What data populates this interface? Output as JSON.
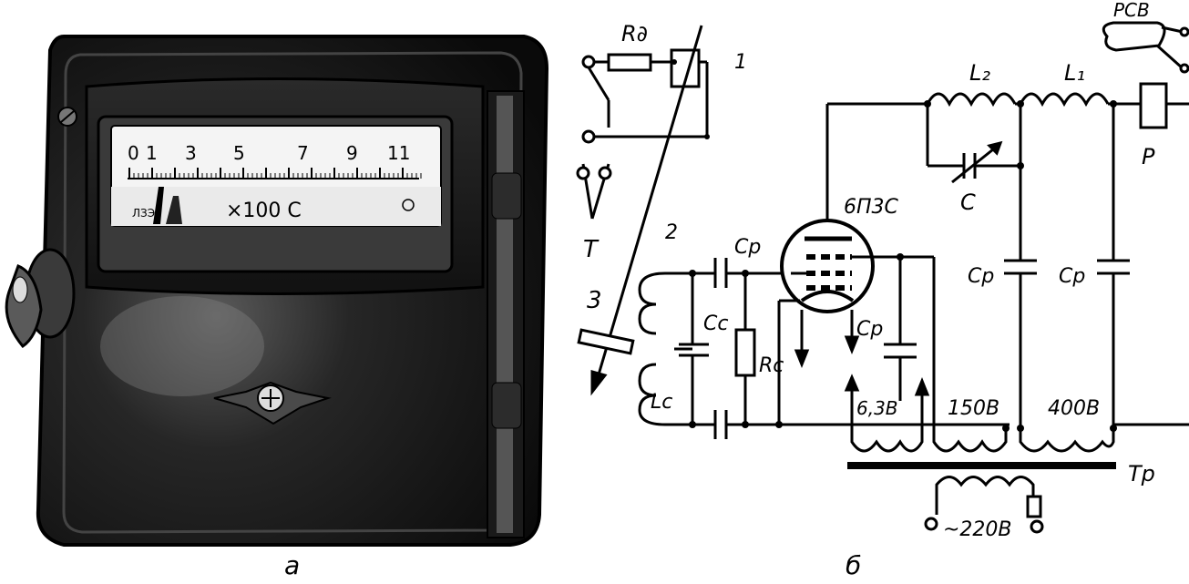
{
  "figure": {
    "panel_a_label": "а",
    "panel_b_label": "б"
  },
  "meter": {
    "scale_numbers": [
      "0",
      "1",
      "3",
      "5",
      "7",
      "9",
      "11"
    ],
    "multiplier": "×100 С",
    "small_print": "ЛЗЭ"
  },
  "schematic": {
    "labels": {
      "rd": "R∂",
      "one": "1",
      "two": "2",
      "three": "3",
      "t": "Т",
      "l2": "L₂",
      "l1": "L₁",
      "rsv": "РСВ",
      "p": "Р",
      "tube": "6П3С",
      "c_var": "С",
      "cp_input": "Cp",
      "cc": "Cc",
      "rc": "Rc",
      "lc": "Lc",
      "cp_cathode": "Cp",
      "cp_mid": "Cp",
      "cp_right": "Cp",
      "v63": "6,3В",
      "v150": "150В",
      "v400": "400В",
      "tr": "Тр",
      "v220": "~220В"
    }
  }
}
